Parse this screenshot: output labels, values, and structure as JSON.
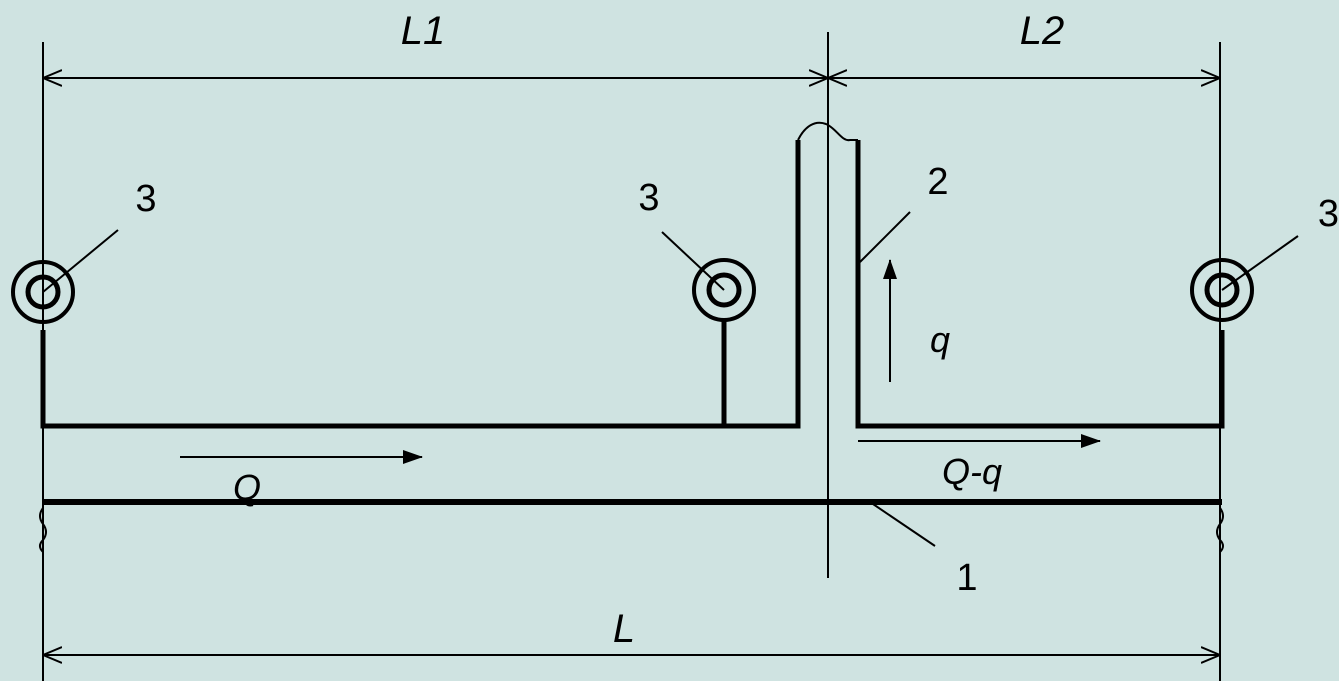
{
  "labels": {
    "dim_L1": "L1",
    "dim_L2": "L2",
    "dim_L": "L",
    "flow_Q": "Q",
    "flow_Q_minus_q": "Q-q",
    "flow_q": "q",
    "callout_1": "1",
    "callout_2": "2",
    "callout_3_left": "3",
    "callout_3_middle": "3",
    "callout_3_right": "3"
  },
  "colors": {
    "background": "#cfe3e1",
    "stroke": "#000000"
  }
}
